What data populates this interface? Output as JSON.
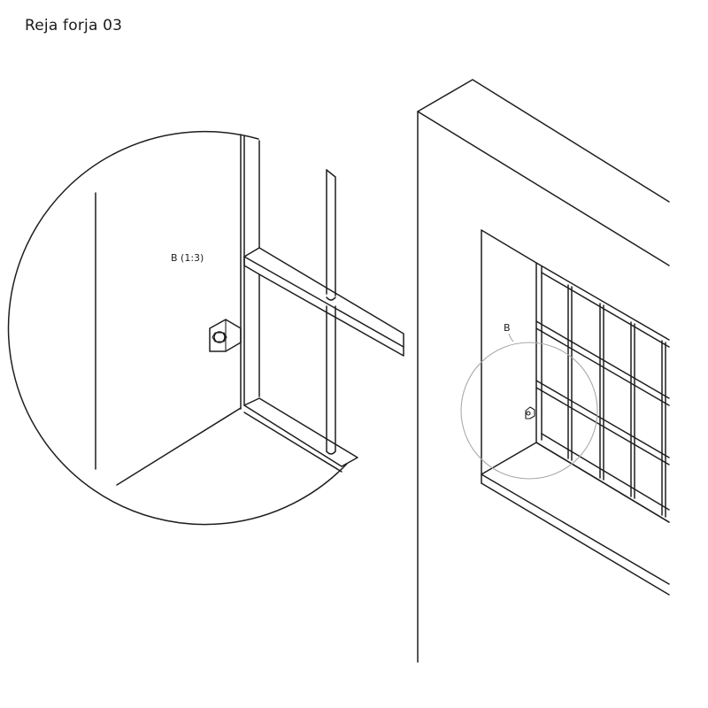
{
  "title": "Reja forja 03",
  "callouts": {
    "overview_label": "B",
    "detail_label": "B (1:3)"
  }
}
